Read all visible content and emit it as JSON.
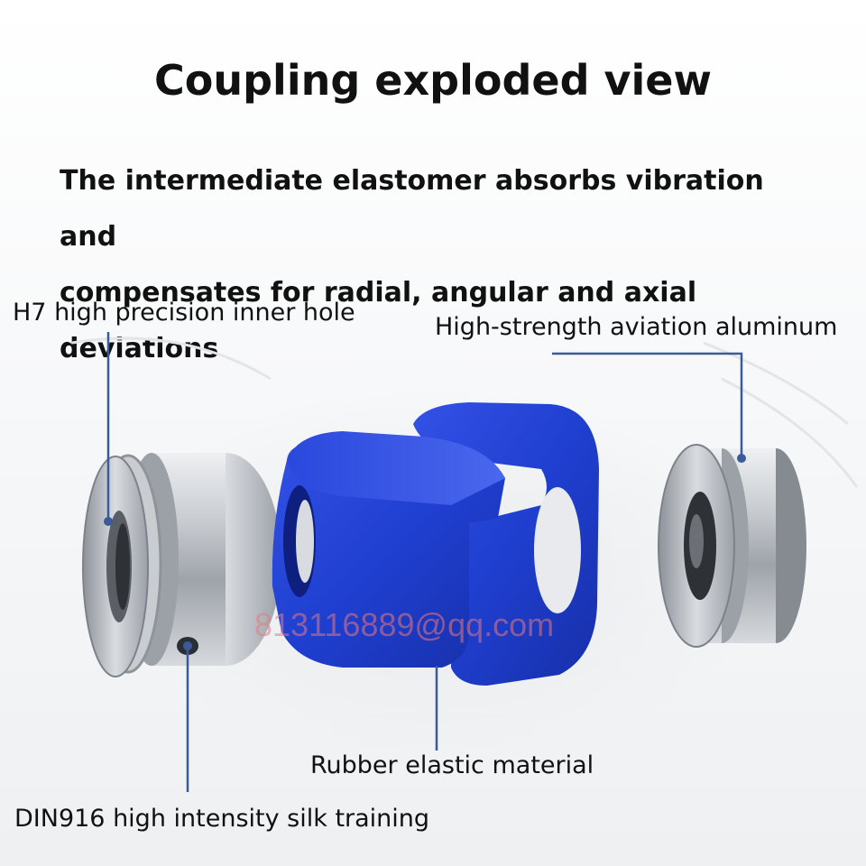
{
  "title": "Coupling exploded view",
  "subtitle_line1": "The intermediate elastomer absorbs vibration and",
  "subtitle_line2": "compensates for radial, angular and axial deviations",
  "callouts": {
    "inner_hole": "H7 high precision inner hole",
    "aluminum": "High-strength aviation aluminum",
    "rubber": "Rubber elastic material",
    "screw": "DIN916 high intensity silk training"
  },
  "watermark": "813116889@qq.com",
  "colors": {
    "elastomer": "#1f3fd0",
    "leader_line": "#3a5a9a",
    "metal": "#b9bec5"
  }
}
